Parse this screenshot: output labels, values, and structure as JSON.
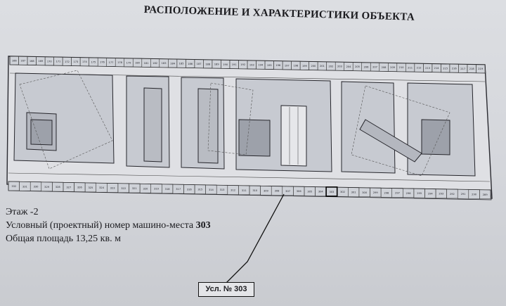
{
  "document": {
    "title": "РАСПОЛОЖЕНИЕ И ХАРАКТЕРИСТИКИ ОБЪЕКТА"
  },
  "details": {
    "floor_label": "Этаж -2",
    "space_number_label": "Условный (проектный) номер машино-места",
    "space_number": "303",
    "area_label": "Общая площадь",
    "area_value": "13,25 кв. м"
  },
  "callout": {
    "label": "Усл. № 303"
  },
  "plan": {
    "top_row_numbers": [
      "166",
      "167",
      "168",
      "169",
      "170",
      "171",
      "172",
      "173",
      "174",
      "175",
      "176",
      "177",
      "178",
      "179",
      "180",
      "181",
      "182",
      "183",
      "184",
      "185",
      "186",
      "187",
      "188",
      "189",
      "190",
      "191",
      "192",
      "193",
      "194",
      "195",
      "196",
      "197",
      "198",
      "199",
      "200",
      "201",
      "202",
      "203",
      "204",
      "205",
      "206",
      "207",
      "208",
      "209",
      "210",
      "211",
      "212",
      "213",
      "214",
      "215",
      "216",
      "217",
      "218",
      "219"
    ],
    "bottom_row_numbers": [
      "332",
      "331",
      "330",
      "329",
      "328",
      "327",
      "326",
      "325",
      "324",
      "323",
      "322",
      "321",
      "320",
      "319",
      "318",
      "317",
      "316",
      "315",
      "314",
      "313",
      "312",
      "311",
      "310",
      "309",
      "308",
      "307",
      "306",
      "305",
      "304",
      "303",
      "302",
      "301",
      "300",
      "299",
      "298",
      "297",
      "296",
      "295",
      "294",
      "293",
      "292",
      "291",
      "290",
      "289"
    ],
    "highlighted_space": "303"
  }
}
